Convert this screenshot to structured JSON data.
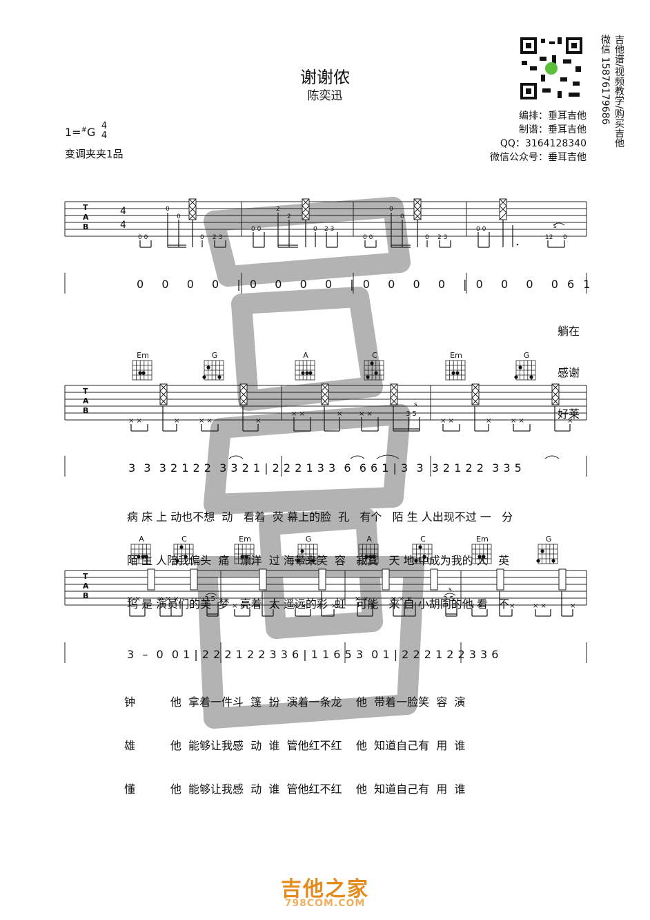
{
  "header": {
    "title": "谢谢侬",
    "artist": "陈奕迅",
    "key_prefix": "1=",
    "key_note": "G",
    "key_sharp": "#",
    "time_top": "4",
    "time_bottom": "4",
    "capo": "变调夹夹1品",
    "credits": [
      "编排：垂耳吉他",
      "制谱：垂耳吉他",
      "QQ：3164128340",
      "微信公众号：垂耳吉他"
    ],
    "vertical_lines": [
      "微信 15876179686",
      "吉他谱/视频教学/购买吉他"
    ]
  },
  "tab_letters": [
    "T",
    "A",
    "B"
  ],
  "system1": {
    "time_sig": [
      "4",
      "4"
    ],
    "notation": "0  0  0  0  | 0  0  0  0  | 0  0  0  0  | 0  0  0  0 6 1",
    "lyrics": [
      "躺在",
      "感谢",
      "好莱"
    ]
  },
  "system2": {
    "chords": [
      "Em",
      "G",
      "A",
      "C",
      "Em",
      "G"
    ],
    "notation": "3  3  3 2 1 2 2  3 3 2 1 | 2 2 2 1 3 3  6  6 6 1 | 3  3  3 2 1 2 2  3 3 5",
    "lyrics": [
      "病 床 上 动也不想  动   看着  荧 幕上的脸  孔   有个   陌 生 人出现不过 一   分",
      "陌 生 人陪我偏头  痛   漂洋  过 海带来笑  容   寂寞   天 地 中成为我的 大   英",
      "坞 是 演员们的美  梦   亮着  太 遥远的彩  虹   可能   来 自 小胡同的他 看   不"
    ]
  },
  "system3": {
    "chords": [
      "A",
      "C",
      "Em",
      "G",
      "A",
      "C",
      "Em",
      "G"
    ],
    "notation": "3  –  0  0 1 | 2 2 2 1 2 2 3 3 6 | 1 1 6 5 3  0 1 | 2 2 2 1 2 2 3 3 6",
    "lyrics": [
      "钟          他  拿着一件斗  篷  扮  演着一条龙    他  带着一脸笑  容  演",
      "雄          他  能够让我感  动  谁  管他红不红    他  知道自己有  用  谁",
      "懂          他  能够让我感  动  谁  管他红不红    他  知道自己有  用  谁"
    ]
  },
  "footer": {
    "brand": "吉他之家",
    "url": "798COM.COM"
  }
}
